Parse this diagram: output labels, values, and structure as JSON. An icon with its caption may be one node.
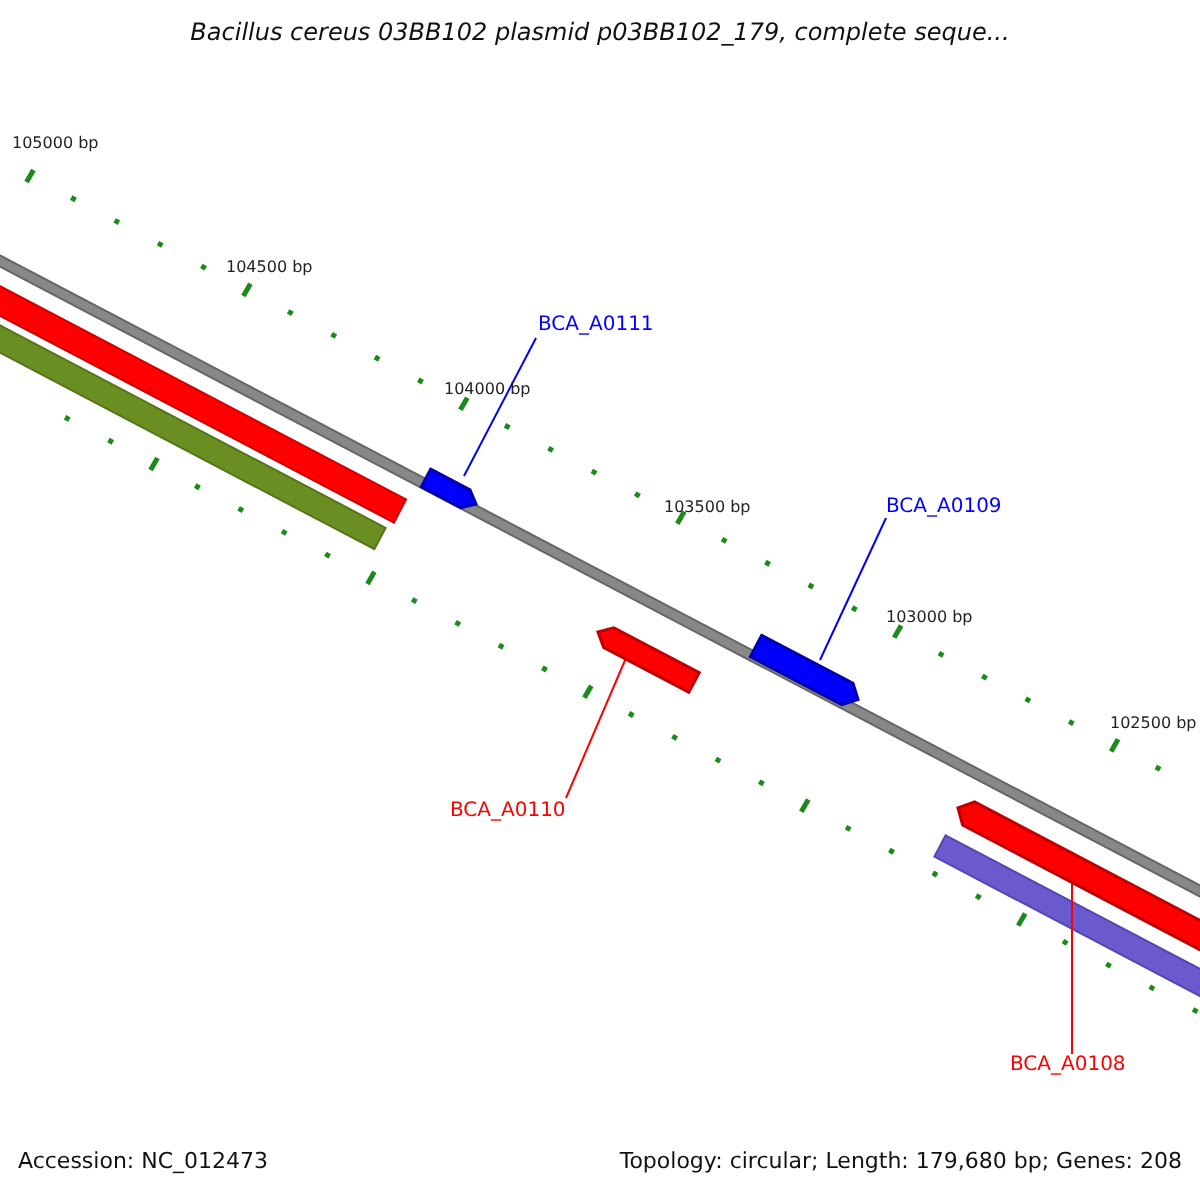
{
  "diagram": {
    "title": "Bacillus cereus 03BB102 plasmid p03BB102_179, complete seque...",
    "nodes": [
      {
        "text": [
          "BCA_A0111"
        ]
      },
      {
        "text": [
          "BCA_A0109"
        ]
      },
      {
        "text": [
          "BCA_A0110"
        ]
      },
      {
        "text": [
          "BCA_A0108"
        ]
      },
      {
        "text": [],
        "shape": "bar"
      },
      {
        "text": [],
        "shape": "bar"
      },
      {
        "text": [],
        "shape": "bar"
      },
      {
        "text": [],
        "shape": "bar"
      }
    ],
    "edges": [
      {
        "from": 0,
        "to": 4,
        "arrow": "none",
        "color": "#0000ff"
      },
      {
        "from": 1,
        "to": 5,
        "arrow": "none",
        "color": "#0000ff"
      },
      {
        "from": 2,
        "to": 6,
        "arrow": "none",
        "color": "#ff0000"
      },
      {
        "from": 3,
        "to": 7,
        "arrow": "none",
        "color": "#ff0000"
      }
    ],
    "labels": [
      "105000 bp",
      "104500 bp",
      "104000 bp",
      "103500 bp",
      "103000 bp",
      "102500 bp",
      "Accession: NC_012473",
      "Topology: circular; Length: 179,680 bp; Genes: 208"
    ]
  }
}
